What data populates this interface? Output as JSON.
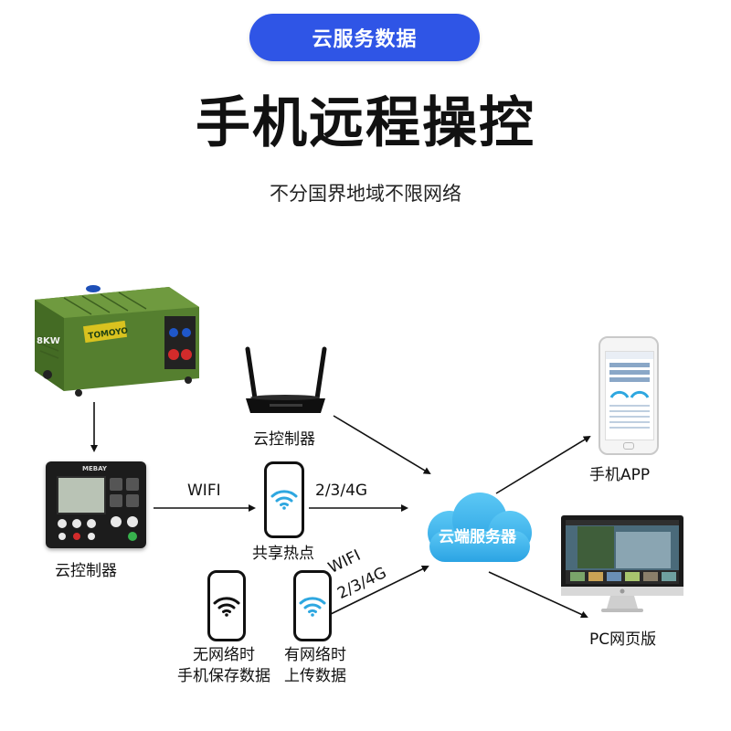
{
  "header": {
    "badge": "云服务数据",
    "title": "手机远程操控",
    "subtitle": "不分国界地域不限网络"
  },
  "generator": {
    "power_label": "8KW",
    "brand": "TOMOYO"
  },
  "controller": {
    "label": "云控制器",
    "brand": "MEBAY"
  },
  "router": {
    "label": "云控制器"
  },
  "links": {
    "wifi": "WIFI",
    "cellular_top": "2/3/4G",
    "wifi_lower": "WIFI",
    "cellular_lower": "2/3/4G"
  },
  "hotspot": {
    "label": "共享热点"
  },
  "offline_phone": {
    "line1": "无网络时",
    "line2": "手机保存数据"
  },
  "online_phone": {
    "line1": "有网络时",
    "line2": "上传数据"
  },
  "cloud": {
    "label": "云端服务器"
  },
  "mobile_app": {
    "label": "手机APP"
  },
  "pc_web": {
    "label": "PC网页版"
  },
  "colors": {
    "badge_bg": "#2f55e6",
    "cloud": "#38b6ee",
    "generator_body": "#4f7a2c",
    "wifi_icon": "#2ea7e0",
    "wifi_offline": "#111111"
  }
}
